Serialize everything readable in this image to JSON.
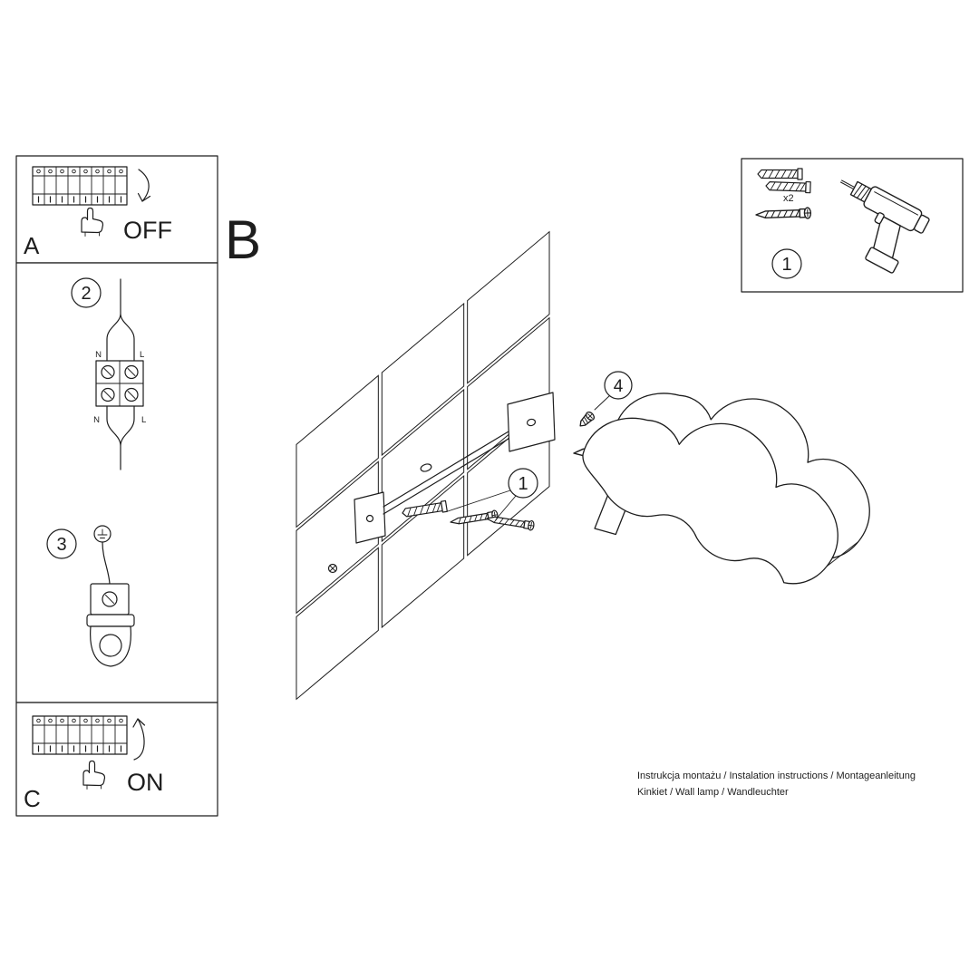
{
  "colors": {
    "ink": "#1d1d1d",
    "background": "#ffffff"
  },
  "panel_a": {
    "letter": "A",
    "switch_state": "OFF"
  },
  "panel_b": {
    "letter": "B"
  },
  "panel_c": {
    "letter": "C",
    "switch_state": "ON"
  },
  "hardware_kit": {
    "step_number": "1",
    "plug_quantity": "x2"
  },
  "wall_mount": {
    "fastener_callout": "1",
    "screw_callout": "4"
  },
  "wiring": {
    "step_number": "2",
    "terminals": {
      "neutral_top": "N",
      "live_top": "L",
      "neutral_bottom": "N",
      "live_bottom": "L"
    }
  },
  "ground": {
    "step_number": "3"
  },
  "footer": {
    "line1": "Instrukcja montażu / Instalation instructions / Montageanleitung",
    "line2": "Kinkiet / Wall lamp / Wandleuchter"
  }
}
